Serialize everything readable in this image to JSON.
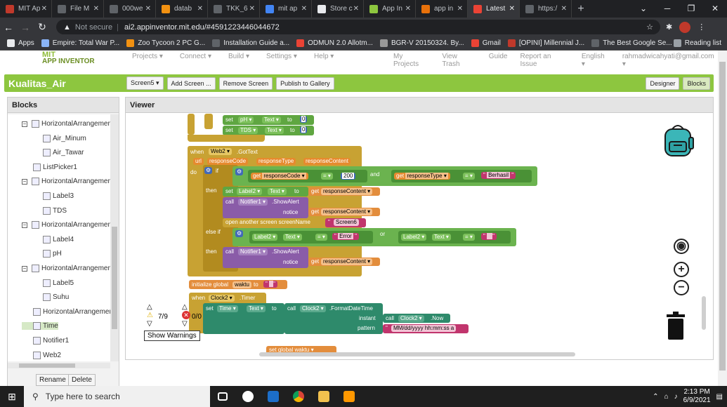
{
  "browser": {
    "tabs": [
      {
        "label": "MIT Ap",
        "color": "#c0392b",
        "active": false
      },
      {
        "label": "File M",
        "color": "#5f6368",
        "active": false
      },
      {
        "label": "000we",
        "color": "#5f6368",
        "active": false
      },
      {
        "label": "datab",
        "color": "#f29111",
        "active": false
      },
      {
        "label": "TKK_6",
        "color": "#5f6368",
        "active": false
      },
      {
        "label": "mit ap",
        "color": "#4285f4",
        "active": false
      },
      {
        "label": "Store c",
        "color": "#e8eaed",
        "active": false
      },
      {
        "label": "App In",
        "color": "#8dc63f",
        "active": false
      },
      {
        "label": "app in",
        "color": "#e8710a",
        "active": false
      },
      {
        "label": "Latest",
        "color": "#ea4335",
        "active": true
      },
      {
        "label": "https:/",
        "color": "#5f6368",
        "active": false
      }
    ],
    "new_tab": "+",
    "not_secure": "Not secure",
    "url": "ai2.appinventor.mit.edu/#4591223446044672",
    "bookmarks": [
      {
        "label": "Apps",
        "color": "#e8eaed"
      },
      {
        "label": "Empire: Total War P...",
        "color": "#8ab4f8"
      },
      {
        "label": "Zoo Tycoon 2 PC G...",
        "color": "#f29111"
      },
      {
        "label": "Installation Guide a...",
        "color": "#5f6368"
      },
      {
        "label": "ODMUN 2.0 Allotm...",
        "color": "#ea4335"
      },
      {
        "label": "BGR-V 20150324. By...",
        "color": "#999999"
      },
      {
        "label": "Gmail",
        "color": "#ea4335"
      },
      {
        "label": "[OPINI] Millennial J...",
        "color": "#c0392b"
      },
      {
        "label": "The Best Google Se...",
        "color": "#5f6368"
      }
    ],
    "reading_list": "Reading list"
  },
  "ai": {
    "logo_line1": "MIT",
    "logo_line2": "APP INVENTOR",
    "menu": [
      "Projects ▾",
      "Connect ▾",
      "Build ▾",
      "Settings ▾",
      "Help ▾"
    ],
    "menu_right": [
      "My Projects",
      "View Trash",
      "Guide",
      "Report an Issue",
      "English ▾",
      "rahmadwicahyati@gmail.com ▾"
    ],
    "project_name": "Kualitas_Air",
    "screen_btn": "Screen5 ▾",
    "add_screen": "Add Screen ...",
    "remove_screen": "Remove Screen",
    "publish": "Publish to Gallery",
    "designer": "Designer",
    "blocks": "Blocks"
  },
  "blocks_panel": {
    "title": "Blocks",
    "items": [
      {
        "label": "HorizontalArrangemen",
        "level": 0,
        "collapse": true
      },
      {
        "label": "Air_Minum",
        "level": 1
      },
      {
        "label": "Air_Tawar",
        "level": 1
      },
      {
        "label": "ListPicker1",
        "level": 0
      },
      {
        "label": "HorizontalArrangemen",
        "level": 0,
        "collapse": true
      },
      {
        "label": "Label3",
        "level": 1
      },
      {
        "label": "TDS",
        "level": 1
      },
      {
        "label": "HorizontalArrangemen",
        "level": 0,
        "collapse": true
      },
      {
        "label": "Label4",
        "level": 1
      },
      {
        "label": "pH",
        "level": 1
      },
      {
        "label": "HorizontalArrangemen",
        "level": 0,
        "collapse": true
      },
      {
        "label": "Label5",
        "level": 1
      },
      {
        "label": "Suhu",
        "level": 1
      },
      {
        "label": "HorizontalArrangemen",
        "level": 0
      },
      {
        "label": "Time",
        "level": 0,
        "selected": true
      },
      {
        "label": "Notifier1",
        "level": 0
      },
      {
        "label": "Web2",
        "level": 0
      }
    ],
    "rename": "Rename",
    "delete": "Delete"
  },
  "viewer": {
    "title": "Viewer",
    "warnings_count": "7/9",
    "errors_count": "0/0",
    "show_warnings": "Show Warnings"
  },
  "code": {
    "set1": "set",
    "ph": "pH ▾",
    "text": "Text ▾",
    "to": "to",
    "zero": "0",
    "tds": "TDS ▾",
    "when": "when",
    "web2": "Web2 ▾",
    "gottext": ".GotText",
    "url": "url",
    "responseCode": "responseCode",
    "responseType": "responseType",
    "responseContent": "responseContent",
    "do": "do",
    "if": "if",
    "get": "get",
    "rc_var": "responseCode ▾",
    "eq": "= ▾",
    "v200": "200",
    "and": "and",
    "rt_var": "responseType ▾",
    "berhasil": "Berhasil",
    "then": "then",
    "label2": "Label2 ▾",
    "rcontent_var": "responseContent ▾",
    "call": "call",
    "notifier1": "Notifier1 ▾",
    "showalert": ".ShowAlert",
    "notice": "notice",
    "open_screen": "open another screen  screenName",
    "screen6": "Screen6",
    "elseif": "else if",
    "error": "Error",
    "or": "or",
    "init_global": "initialize global",
    "waktu": "waktu",
    "to2": "to",
    "clock2": "Clock2 ▾",
    "timer": ".Timer",
    "time": "Time ▾",
    "formatdatetime": ".FormatDateTime",
    "instant": "instant",
    "now": ".Now",
    "pattern": "pattern",
    "pattern_val": "MM/dd/yyyy hh:mm:ss a",
    "set_global": "set global waktu ▾"
  },
  "taskbar": {
    "search": "Type here to search",
    "time": "2:13 PM",
    "date": "6/9/2021"
  }
}
